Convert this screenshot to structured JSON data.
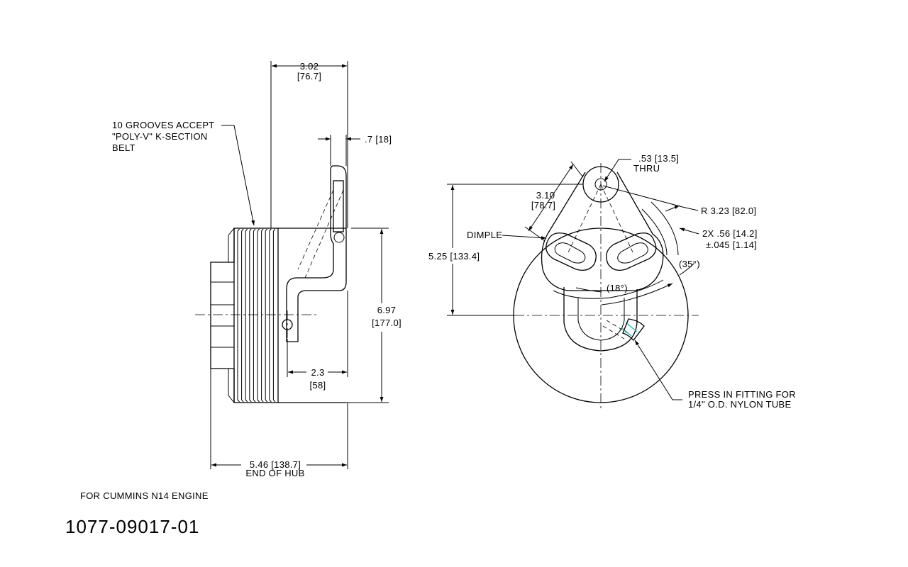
{
  "side_view": {
    "dim_overall_width": "3.02",
    "dim_overall_width_mm": "[76.7]",
    "dim_tab": ".7 [18]",
    "grooves_note_line1": "10 GROOVES ACCEPT",
    "grooves_note_line2": "\"POLY-V\" K-SECTION",
    "grooves_note_line3": "BELT",
    "dim_diameter": "6.97",
    "dim_diameter_mm": "[177.0]",
    "dim_offset": "2.3",
    "dim_offset_mm": "[58]",
    "dim_hub": "5.46 [138.7]",
    "dim_hub_note": "END OF HUB"
  },
  "front_view": {
    "hole_dim": ".53 [13.5]",
    "hole_note": "THRU",
    "dim_arm": "3.10",
    "dim_arm_mm": "[78.7]",
    "radius": "R 3.23 [82.0]",
    "slot_dim": "2X .56 [14.2]",
    "slot_tol": "±.045 [1.14]",
    "dimple": "DIMPLE",
    "height": "5.25 [133.4]",
    "angle_outer": "(35°)",
    "angle_inner": "(18°)",
    "fitting_line1": "PRESS IN FITTING FOR",
    "fitting_line2": "1/4\" O.D. NYLON TUBE"
  },
  "footer": {
    "engine_note": "FOR CUMMINS N14 ENGINE",
    "part_number": "1077-09017-01"
  },
  "colors": {
    "line": "#000000",
    "fitting_highlight": "#19b6c4",
    "background": "#ffffff"
  }
}
